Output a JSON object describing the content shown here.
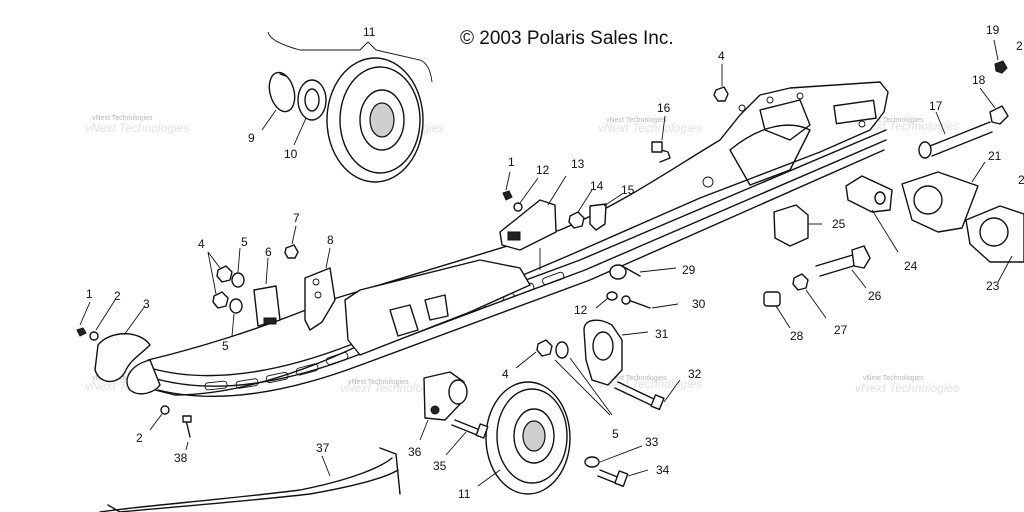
{
  "copyright": "© 2003 Polaris Sales Inc.",
  "watermark": "vNext Technologies",
  "callouts": [
    {
      "id": "c11a",
      "text": "11"
    },
    {
      "id": "c9",
      "text": "9"
    },
    {
      "id": "c10",
      "text": "10"
    },
    {
      "id": "c4a",
      "text": "4"
    },
    {
      "id": "c16",
      "text": "16"
    },
    {
      "id": "c17",
      "text": "17"
    },
    {
      "id": "c18",
      "text": "18"
    },
    {
      "id": "c19",
      "text": "19"
    },
    {
      "id": "c20",
      "text": "2"
    },
    {
      "id": "c21",
      "text": "21"
    },
    {
      "id": "c22",
      "text": "2"
    },
    {
      "id": "c23",
      "text": "23"
    },
    {
      "id": "c24",
      "text": "24"
    },
    {
      "id": "c25",
      "text": "25"
    },
    {
      "id": "c26",
      "text": "26"
    },
    {
      "id": "c27",
      "text": "27"
    },
    {
      "id": "c28",
      "text": "28"
    },
    {
      "id": "c29",
      "text": "29"
    },
    {
      "id": "c30",
      "text": "30"
    },
    {
      "id": "c12a",
      "text": "12"
    },
    {
      "id": "c12b",
      "text": "12"
    },
    {
      "id": "c13",
      "text": "13"
    },
    {
      "id": "c14",
      "text": "14"
    },
    {
      "id": "c15",
      "text": "15"
    },
    {
      "id": "c1a",
      "text": "1"
    },
    {
      "id": "c1b",
      "text": "1"
    },
    {
      "id": "c2a",
      "text": "2"
    },
    {
      "id": "c2b",
      "text": "2"
    },
    {
      "id": "c3",
      "text": "3"
    },
    {
      "id": "c4b",
      "text": "4"
    },
    {
      "id": "c5a",
      "text": "5"
    },
    {
      "id": "c5b",
      "text": "5"
    },
    {
      "id": "c6",
      "text": "6"
    },
    {
      "id": "c7",
      "text": "7"
    },
    {
      "id": "c8",
      "text": "8"
    },
    {
      "id": "c38",
      "text": "38"
    },
    {
      "id": "c37",
      "text": "37"
    },
    {
      "id": "c36",
      "text": "36"
    },
    {
      "id": "c35",
      "text": "35"
    },
    {
      "id": "c11b",
      "text": "11"
    },
    {
      "id": "c4c",
      "text": "4"
    },
    {
      "id": "c5c",
      "text": "5"
    },
    {
      "id": "c31",
      "text": "31"
    },
    {
      "id": "c32",
      "text": "32"
    },
    {
      "id": "c33",
      "text": "33"
    },
    {
      "id": "c34",
      "text": "34"
    }
  ]
}
